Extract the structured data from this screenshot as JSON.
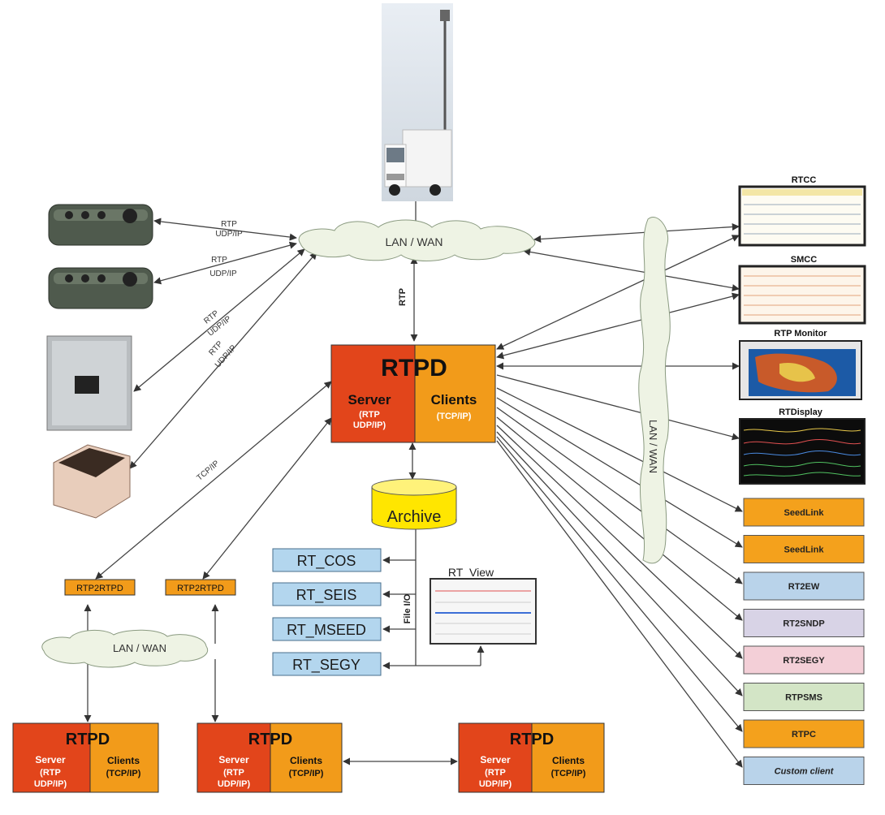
{
  "network": {
    "lan_wan": "LAN / WAN",
    "rtp": "RTP",
    "udp_ip": "UDP/IP",
    "tcp_ip": "TCP/IP",
    "file_io": "File I/O"
  },
  "rtpd_main": {
    "title": "RTPD",
    "server": "Server",
    "server_proto": [
      "(RTP",
      "UDP/IP)"
    ],
    "clients": "Clients",
    "clients_proto": "(TCP/IP)"
  },
  "rtpd_small": {
    "title": "RTPD",
    "server": "Server",
    "server_proto": [
      "(RTP",
      "UDP/IP)"
    ],
    "clients": "Clients",
    "clients_proto": "(TCP/IP)"
  },
  "archive": "Archive",
  "rtp2rtpd": "RTP2RTPD",
  "archive_tools": [
    "RT_COS",
    "RT_SEIS",
    "RT_MSEED",
    "RT_SEGY"
  ],
  "rt_view": "RT_View",
  "monitor_windows": [
    "RTCC",
    "SMCC",
    "RTP Monitor",
    "RTDisplay"
  ],
  "clients": [
    {
      "label": "SeedLink",
      "color": "#f4a11c"
    },
    {
      "label": "SeedLink",
      "color": "#f4a11c"
    },
    {
      "label": "RT2EW",
      "color": "#b9d3ea"
    },
    {
      "label": "RT2SNDP",
      "color": "#d8d3e6"
    },
    {
      "label": "RT2SEGY",
      "color": "#f3cfd7"
    },
    {
      "label": "RTPSMS",
      "color": "#d3e5c6"
    },
    {
      "label": "RTPC",
      "color": "#f4a11c"
    },
    {
      "label": "Custom client",
      "color": "#b9d3ea"
    }
  ],
  "colors": {
    "server_red": "#e2451b",
    "clients_orange": "#f29b1a",
    "archive_yellow": "#ffe600",
    "tool_blue": "#b3d6ee",
    "cloud": "#eef3e4"
  }
}
